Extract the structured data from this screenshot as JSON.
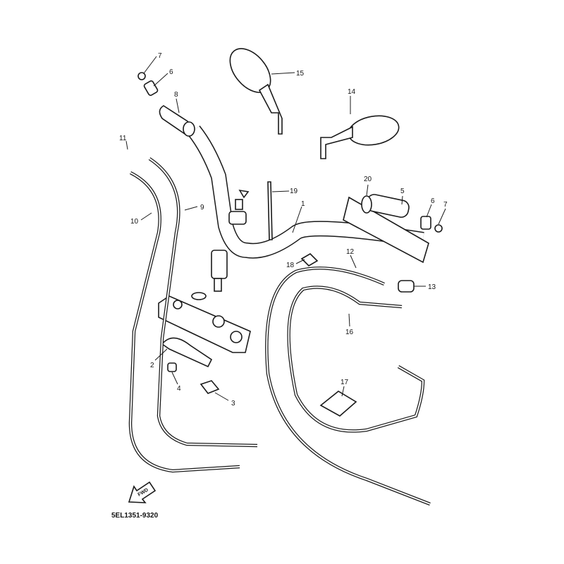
{
  "diagram_code": "5EL1351-9320",
  "fwd_arrow_label": "FWD",
  "callouts": {
    "c7a": "7",
    "c6a": "6",
    "c8": "8",
    "c15": "15",
    "c14": "14",
    "c11": "11",
    "c9": "9",
    "c10": "10",
    "c19": "19",
    "c1": "1",
    "c20": "20",
    "c5": "5",
    "c6b": "6",
    "c7b": "7",
    "c12": "12",
    "c18": "18",
    "c13": "13",
    "c16": "16",
    "c2": "2",
    "c4": "4",
    "c3": "3",
    "c17": "17"
  }
}
